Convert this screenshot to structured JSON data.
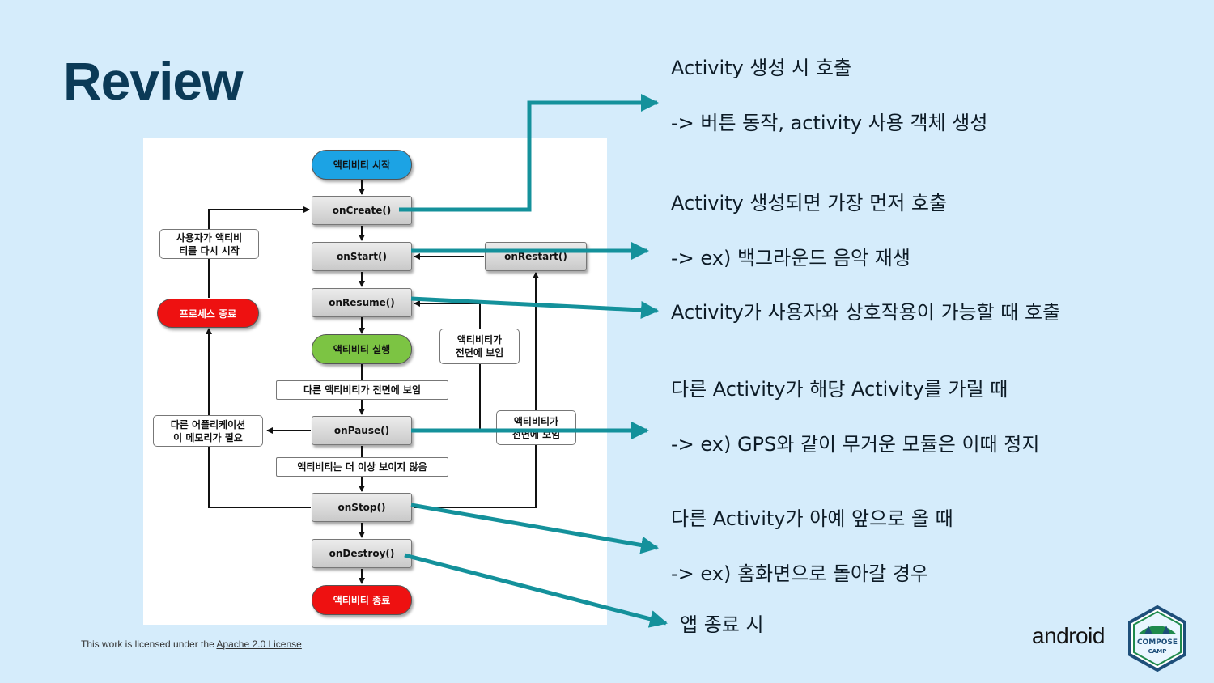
{
  "slide": {
    "title": "Review"
  },
  "diagram": {
    "nodes": {
      "activity_start": "액티비티 시작",
      "on_create": "onCreate()",
      "on_start": "onStart()",
      "on_restart": "onRestart()",
      "on_resume": "onResume()",
      "activity_running": "액티비티 실행",
      "on_pause": "onPause()",
      "on_stop": "onStop()",
      "on_destroy": "onDestroy()",
      "activity_end": "액티비티 종료",
      "process_killed": "프로세스 종료"
    },
    "notes": {
      "user_restart_line1": "사용자가 액티비",
      "user_restart_line2": "티를 다시 시작",
      "other_activity_front": "다른 액티비티가 전면에 보임",
      "activity_front_a_line1": "액티비티가",
      "activity_front_a_line2": "전면에 보임",
      "app_memory_line1": "다른 어플리케이션",
      "app_memory_line2": "이 메모리가 필요",
      "activity_front_b_line1": "액티비티가",
      "activity_front_b_line2": "전면에 보임",
      "no_longer_visible": "액티비티는 더 이상 보이지 않음"
    }
  },
  "descriptions": {
    "create_line1": "Activity 생성 시 호출",
    "create_line2": "-> 버튼 동작, activity 사용 객체 생성",
    "start_line1": "Activity 생성되면 가장 먼저 호출",
    "start_line2": "-> ex) 백그라운드 음악 재생",
    "resume_line1": "Activity가 사용자와 상호작용이 가능할 때 호출",
    "pause_line1": "다른 Activity가 해당 Activity를 가릴 때",
    "pause_line2": "-> ex) GPS와 같이 무거운 모듈은 이때 정지",
    "stop_line1": "다른 Activity가 아예 앞으로 올 때",
    "stop_line2": "-> ex) 홈화면으로 돌아갈 경우",
    "destroy_line1": "앱 종료 시"
  },
  "footer": {
    "license_prefix": "This work is licensed under the",
    "license_link": "Apache 2.0 License",
    "brand": "android",
    "badge_line1": "COMPOSE",
    "badge_line2": "CAMP"
  },
  "colors": {
    "background": "#d5ecfb",
    "title": "#0b3a57",
    "arrow_teal": "#14919b",
    "pill_blue": "#1ca3e4",
    "pill_green": "#7cc443",
    "pill_red": "#ee1111",
    "badge_green": "#1f8a4c"
  },
  "icons": {
    "badge": "compose-camp-badge-icon"
  }
}
